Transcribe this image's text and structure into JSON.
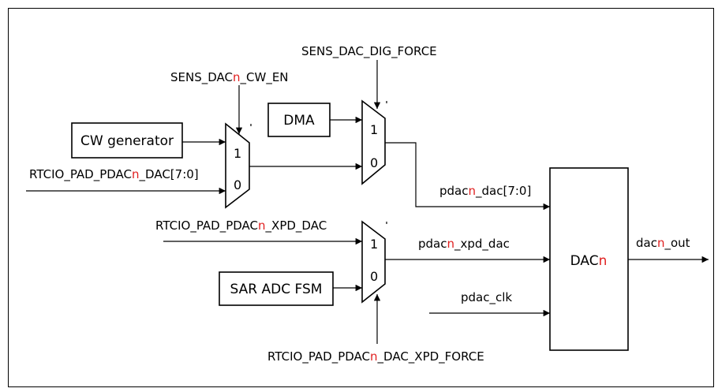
{
  "blocks": {
    "cw_generator": "CW generator",
    "dma": "DMA",
    "sar_adc_fsm": "SAR ADC FSM",
    "dac_prefix": "DAC",
    "dac_n": "n"
  },
  "mux_inputs": {
    "one": "1",
    "zero": "0"
  },
  "signals": {
    "sens_dac_cw_en": {
      "pre": "SENS_DAC",
      "n": "n",
      "post": "_CW_EN"
    },
    "sens_dac_dig_force": "SENS_DAC_DIG_FORCE",
    "rtcio_pad_dac": {
      "pre": "RTCIO_PAD_PDAC",
      "n": "n",
      "post": "_DAC[7:0]"
    },
    "rtcio_pad_xpd_dac": {
      "pre": "RTCIO_PAD_PDAC",
      "n": "n",
      "post": "_XPD_DAC"
    },
    "rtcio_pad_xpd_force": {
      "pre": "RTCIO_PAD_PDAC",
      "n": "n",
      "post": "_DAC_XPD_FORCE"
    },
    "pdac_dac": {
      "pre": "pdac",
      "n": "n",
      "post": "_dac[7:0]"
    },
    "pdac_xpd_dac": {
      "pre": "pdac",
      "n": "n",
      "post": "_xpd_dac"
    },
    "pdac_clk": "pdac_clk",
    "dac_out": {
      "pre": "dac",
      "n": "n",
      "post": "_out"
    }
  },
  "colors": {
    "accent": "#e02020",
    "line": "#000000",
    "background": "#ffffff"
  }
}
